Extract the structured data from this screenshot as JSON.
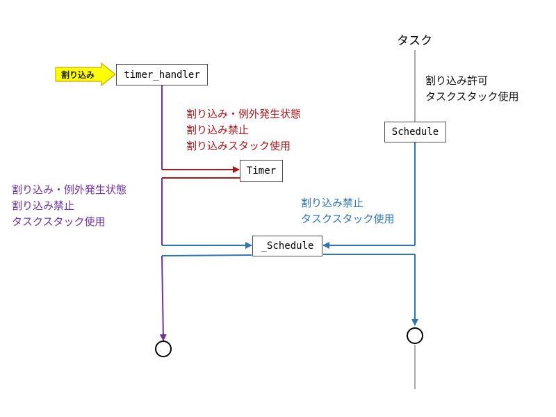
{
  "colors": {
    "interrupt": "#c0392b",
    "purple": "#7030a0",
    "blue": "#2e75b6",
    "dark_red": "#a8171b",
    "task_line": "#555555",
    "badge_fill": "#ffff00",
    "badge_stroke": "#c9a800"
  },
  "task": {
    "title": "タスク"
  },
  "interrupt_badge": {
    "label": "割り込み"
  },
  "boxes": {
    "timer_handler": "timer_handler",
    "timer": "Timer",
    "schedule": "Schedule",
    "_schedule": "_Schedule"
  },
  "notes": {
    "task_state": [
      "割り込み許可",
      "タスクスタック使用"
    ],
    "handler_state": [
      "割り込み・例外発生状態",
      "割り込み禁止",
      "割り込みスタック使用"
    ],
    "left_state": [
      "割り込み・例外発生状態",
      "割り込み禁止",
      "タスクスタック使用"
    ],
    "schedule_state": [
      "割り込み禁止",
      "タスクスタック使用"
    ]
  }
}
